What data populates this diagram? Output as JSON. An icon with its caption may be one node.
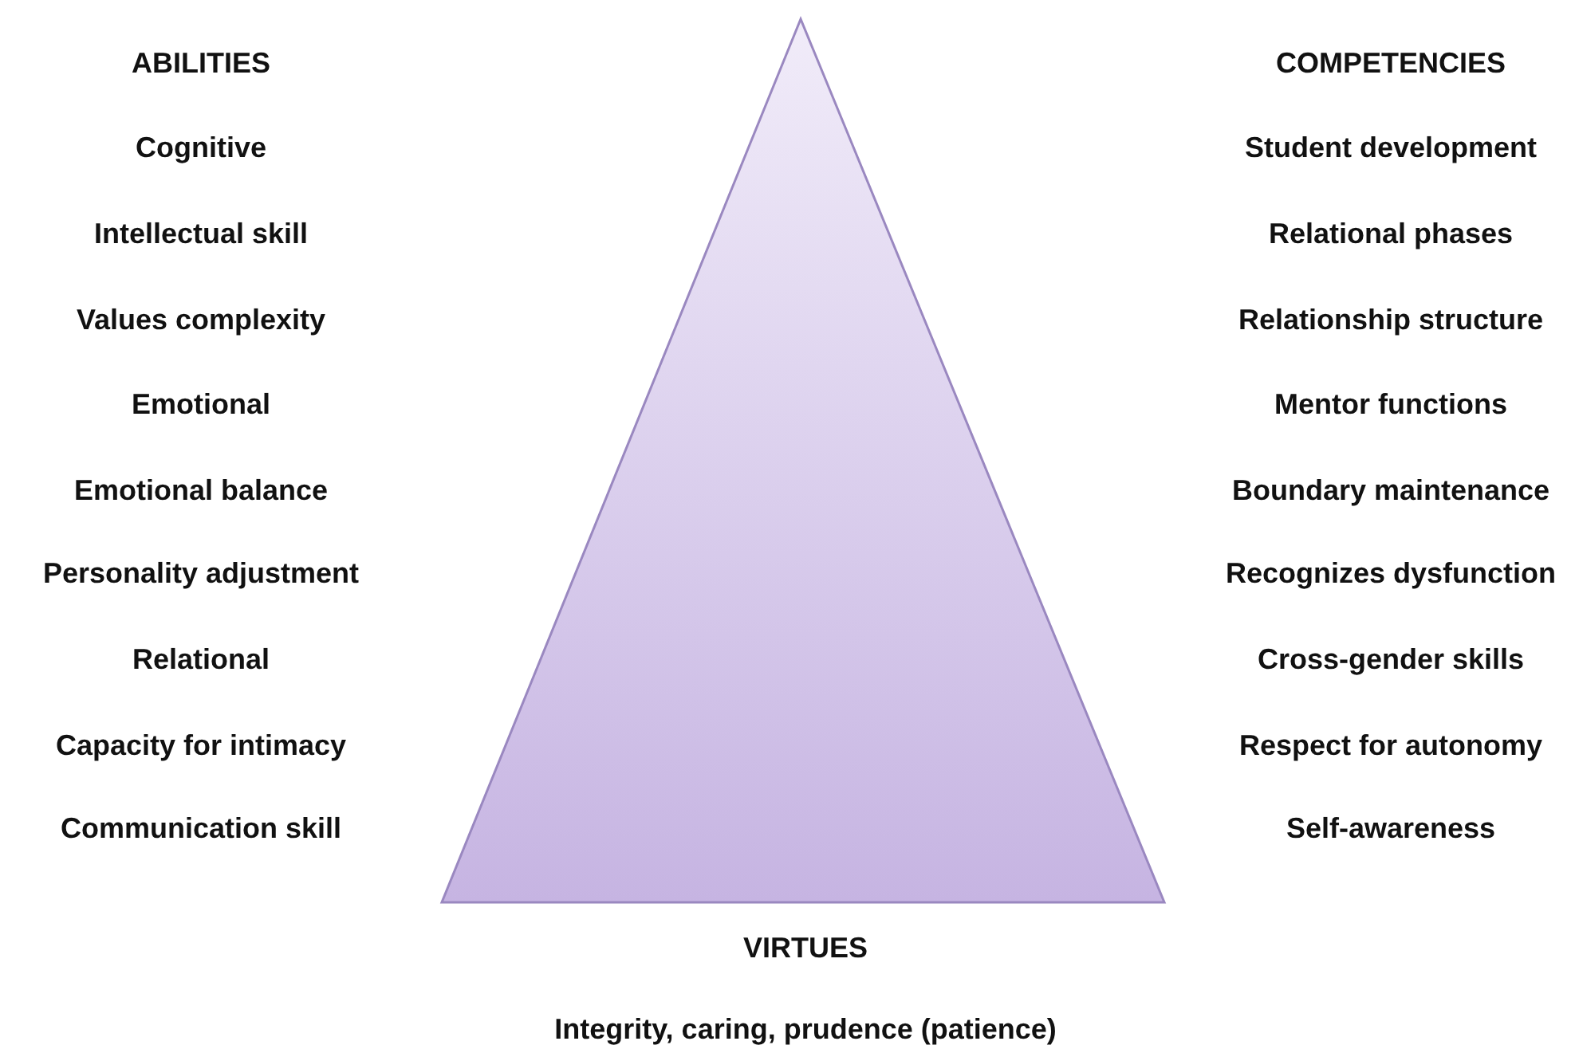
{
  "diagram": {
    "labels": [
      "ABILITIES",
      "COMPETENCIES",
      "Cognitive",
      "Student development",
      "Intellectual skill",
      "Relational phases",
      "Values complexity",
      "Relationship structure",
      "Emotional",
      "Mentor functions",
      "Emotional balance",
      "Boundary maintenance",
      "Personality adjustment",
      "Recognizes dysfunction",
      "Relational",
      "Cross-gender skills",
      "Capacity for intimacy",
      "Respect for autonomy",
      "Communication skill",
      "Self-awareness",
      "VIRTUES",
      "Integrity, caring, prudence (patience)"
    ]
  }
}
